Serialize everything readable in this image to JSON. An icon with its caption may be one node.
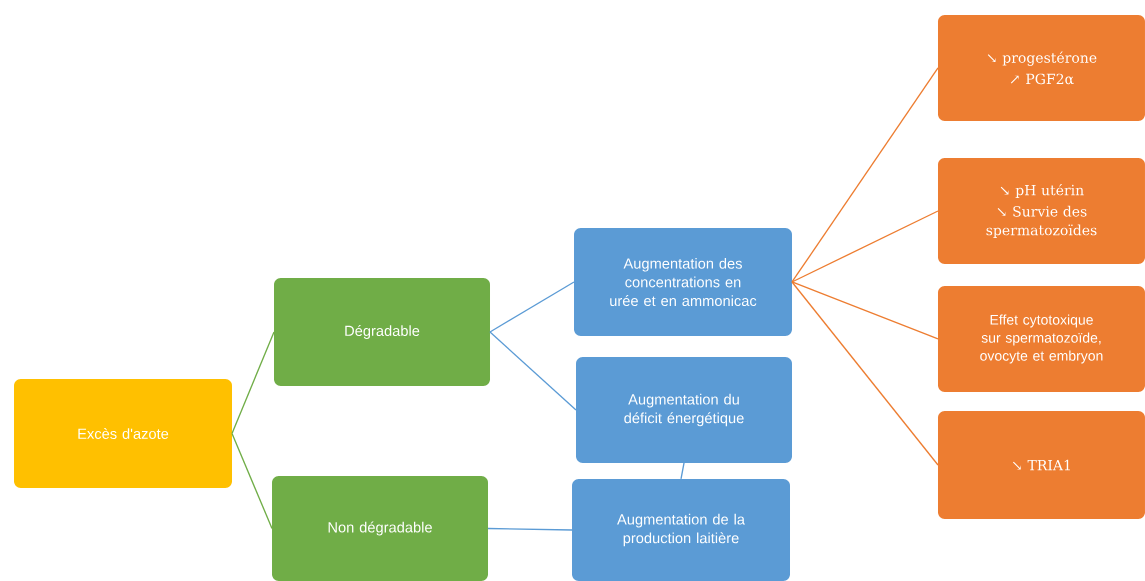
{
  "diagram": {
    "nodes": [
      {
        "text": [
          "Excès d'azote"
        ]
      },
      {
        "text": [
          "Dégradable"
        ]
      },
      {
        "text": [
          "Non dégradable"
        ]
      },
      {
        "text": [
          "Augmentation des concentrations en urée et en ammonicac"
        ]
      },
      {
        "text": [
          "Augmentation du déficit énergétique"
        ]
      },
      {
        "text": [
          "Augmentation de la production laitière"
        ]
      },
      {
        "text": [
          "↘ progestérone",
          "↗ PGF2α"
        ]
      },
      {
        "text": [
          "↘ pH utérin",
          "↘ Survie des spermatozoïdes"
        ]
      },
      {
        "text": [
          "Effet cytotoxique sur spermatozoïde, ovocyte et embryon"
        ]
      },
      {
        "text": [
          "↘ TRIA1"
        ]
      }
    ],
    "edges": [
      {
        "from": 0,
        "to": 1,
        "arrow": "none",
        "color": "#70ad47"
      },
      {
        "from": 0,
        "to": 2,
        "arrow": "none",
        "color": "#70ad47"
      },
      {
        "from": 1,
        "to": 3,
        "arrow": "none",
        "color": "#5b9bd5"
      },
      {
        "from": 1,
        "to": 4,
        "arrow": "none",
        "color": "#5b9bd5"
      },
      {
        "from": 4,
        "to": 5,
        "arrow": "none",
        "color": "#5b9bd5"
      },
      {
        "from": 2,
        "to": 5,
        "arrow": "none",
        "color": "#5b9bd5"
      },
      {
        "from": 3,
        "to": 6,
        "arrow": "none",
        "color": "#ed7d31"
      },
      {
        "from": 3,
        "to": 7,
        "arrow": "none",
        "color": "#ed7d31"
      },
      {
        "from": 3,
        "to": 8,
        "arrow": "none",
        "color": "#ed7d31"
      },
      {
        "from": 3,
        "to": 9,
        "arrow": "none",
        "color": "#ed7d31"
      }
    ]
  }
}
